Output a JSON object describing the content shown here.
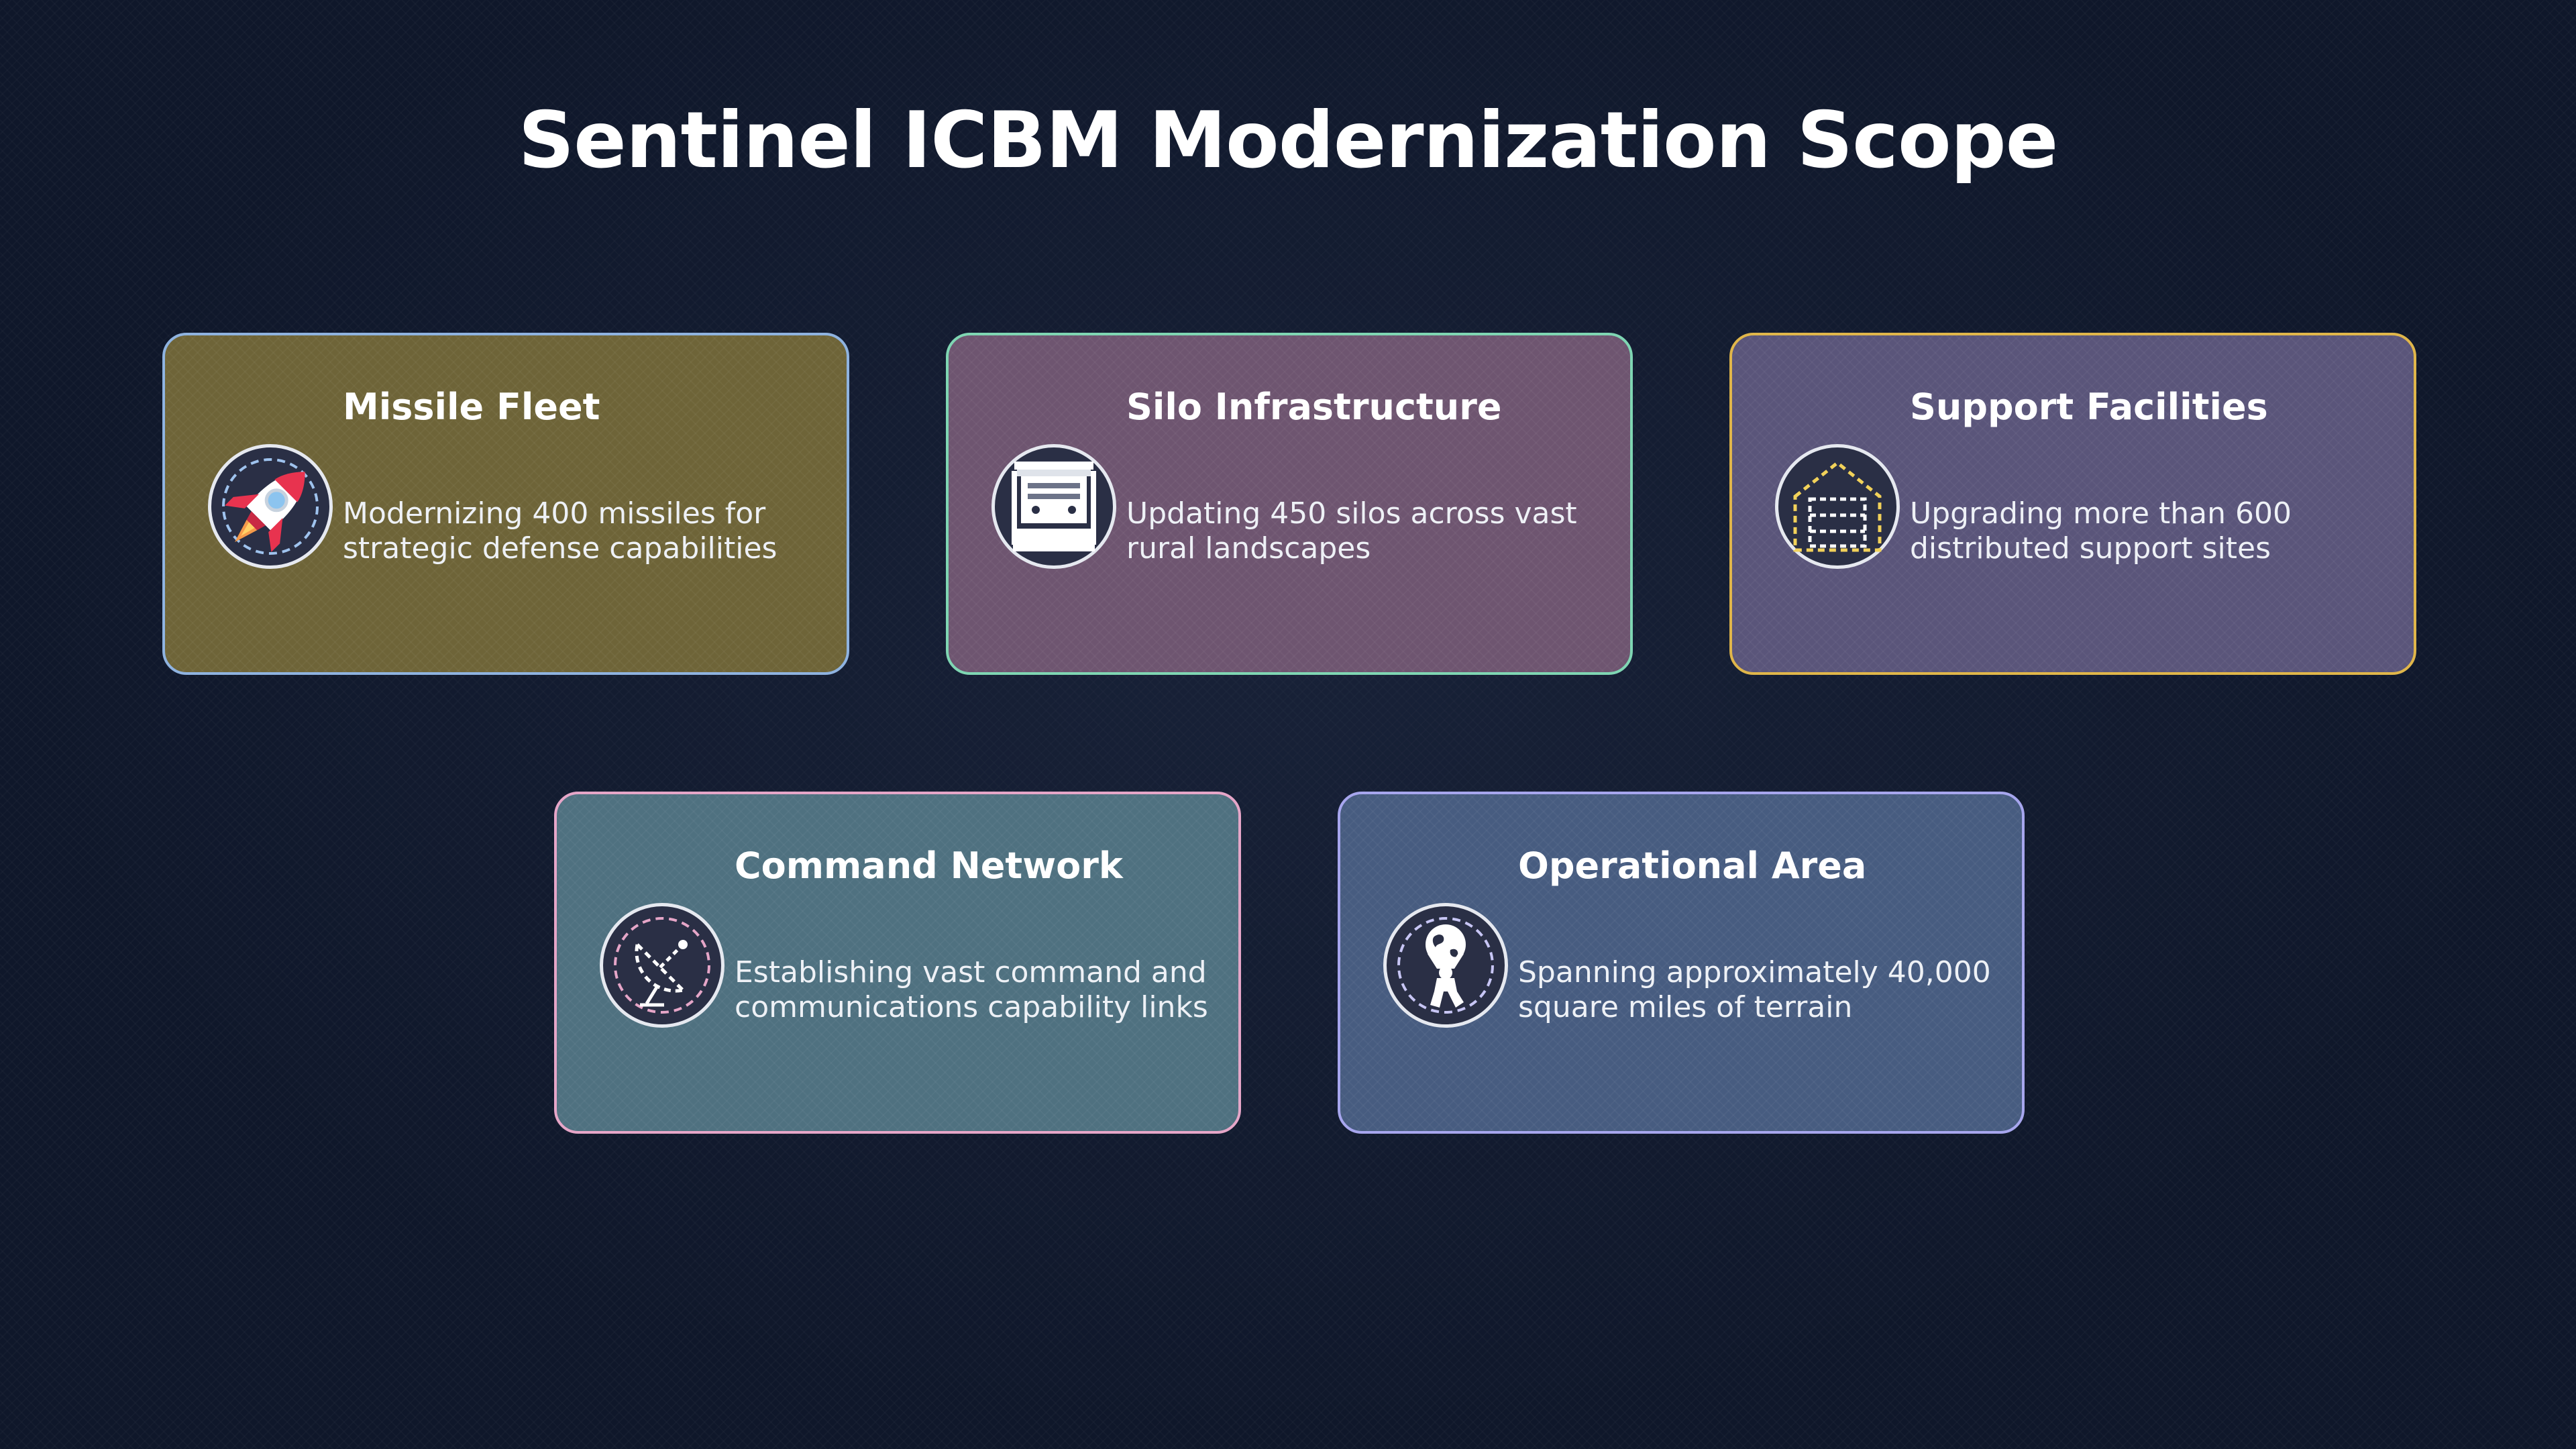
{
  "title": "Sentinel ICBM Modernization Scope",
  "cards": [
    {
      "title": "Missile Fleet",
      "description": "Modernizing 400 missiles for strategic defense capabilities",
      "icon": "rocket-icon",
      "background": "#6e6438",
      "border": "#8fb3e0"
    },
    {
      "title": "Silo Infrastructure",
      "description": "Updating 450 silos across vast rural landscapes",
      "icon": "silo-icon",
      "background": "#6e5570",
      "border": "#7fd6b3"
    },
    {
      "title": "Support Facilities",
      "description": "Upgrading more than 600 distributed support sites",
      "icon": "warehouse-icon",
      "background": "#5a557a",
      "border": "#e0b64a"
    },
    {
      "title": "Command Network",
      "description": "Establishing vast command and communications capability links",
      "icon": "satellite-dish-icon",
      "background": "#4f7180",
      "border": "#e6a6c8"
    },
    {
      "title": "Operational Area",
      "description": "Spanning approximately 40,000 square miles of terrain",
      "icon": "atlas-globe-icon",
      "background": "#475c80",
      "border": "#a7a6ee"
    }
  ]
}
